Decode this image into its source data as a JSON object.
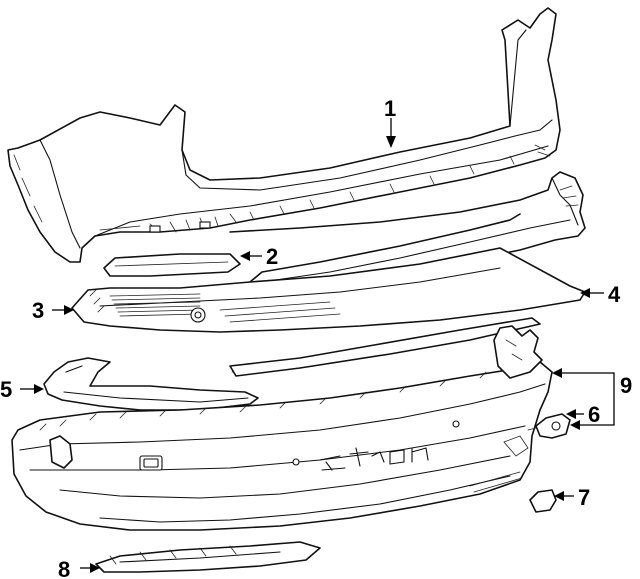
{
  "diagram": {
    "callouts": [
      {
        "id": "1",
        "label": "1"
      },
      {
        "id": "2",
        "label": "2"
      },
      {
        "id": "3",
        "label": "3"
      },
      {
        "id": "4",
        "label": "4"
      },
      {
        "id": "5",
        "label": "5"
      },
      {
        "id": "6",
        "label": "6"
      },
      {
        "id": "7",
        "label": "7"
      },
      {
        "id": "8",
        "label": "8"
      },
      {
        "id": "9",
        "label": "9"
      }
    ],
    "colors": {
      "line": "#111111",
      "background": "#ffffff"
    }
  }
}
